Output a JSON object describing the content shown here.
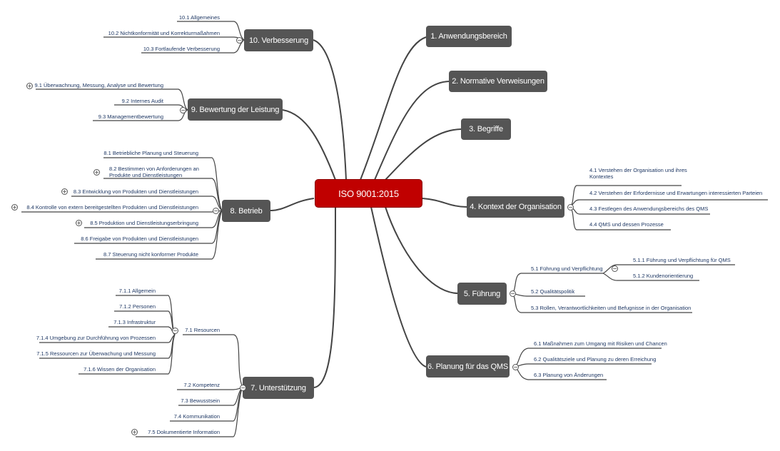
{
  "center": {
    "label": "ISO 9001:2015"
  },
  "branches": {
    "b1": {
      "label": "1. Anwendungsbereich"
    },
    "b2": {
      "label": "2. Normative Verweisungen"
    },
    "b3": {
      "label": "3. Begriffe"
    },
    "b4": {
      "label": "4. Kontext der Organisation",
      "items": [
        "4.1 Verstehen der Organisation und ihres",
        "Kontextes",
        "4.2 Verstehen der Erfordernisse und Erwartungen interessierten Parteien",
        "4.3 Festlegen des Anwendungsbereichs des QMS",
        "4.4 QMS und dessen Prozesse"
      ]
    },
    "b5": {
      "label": "5. Führung",
      "items": [
        "5.1 Führung und Verpflichtung",
        "5.1.1 Führung und Verpflichtung für QMS",
        "5.1.2 Kundenorientierung",
        "5.2 Qualitätspolitik",
        "5.3 Rollen, Verantwortlichkeiten und Befugnisse in der Organisation"
      ]
    },
    "b6": {
      "label": "6. Planung für das QMS",
      "items": [
        "6.1 Maßnahmen zum Umgang mit Risiken und Chancen",
        "6.2 Qualitätsziele und Planung zu deren Erreichung",
        "6.3 Planung von Änderungen"
      ]
    },
    "b7": {
      "label": "7. Unterstützung",
      "items": [
        "7.1.1 Allgemein",
        "7.1.2 Personen",
        "7.1.3 Infrastruktur",
        "7.1.4 Umgebung zur Durchführung von Prozessen",
        "7.1.5 Ressourcen zur Überwachung und Messung",
        "7.1.6 Wissen der Organisation",
        "7.1 Resourcen",
        "7.2 Kompetenz",
        "7.3 Bewusstsein",
        "7.4 Kommunikation",
        "7.5 Dokumentierte Information"
      ]
    },
    "b8": {
      "label": "8. Betrieb",
      "items": [
        "8.1 Betriebliche Planung und Steuerung",
        "8.2 Bestimmen von Anforderungen an",
        "Produkte und Dienstleistungen",
        "8.3 Entwicklung von Produkten und Dienstleistungen",
        "8.4 Kontrolle von extern bereitgestellten Produkten und Dienstleistungen",
        "8.5 Produktion und Dienstleistungserbringung",
        "8.6 Freigabe von Produkten und Dienstleistungen",
        "8.7 Steuerung nicht konformer Produkte"
      ]
    },
    "b9": {
      "label": "9. Bewertung der Leistung",
      "items": [
        "9.1 Überwachnung, Messung, Analyse und Bewertung",
        "9.2 Internes Audit",
        "9.3 Managementbewertung"
      ]
    },
    "b10": {
      "label": "10. Verbesserung",
      "items": [
        "10.1 Allgemeines",
        "10.2 Nichtkonformität und Korrekturmaßahmen",
        "10.3 Fortlaufende Verbesserung"
      ]
    }
  },
  "toggle": {
    "collapse": "−",
    "expand": "+"
  },
  "colors": {
    "center": "#c00000",
    "node": "#555555",
    "line": "#444444",
    "text": "#1f3864"
  }
}
